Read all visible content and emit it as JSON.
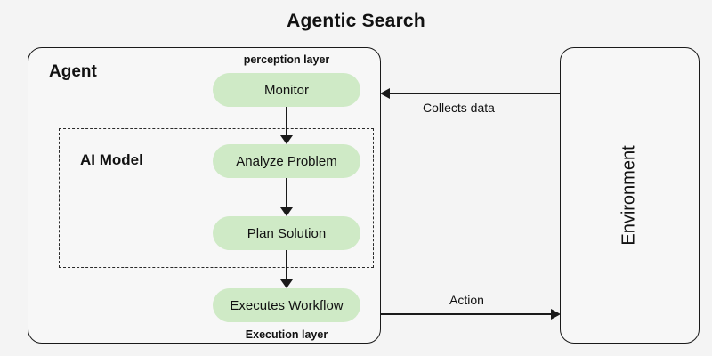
{
  "diagram": {
    "title": "Agentic Search",
    "background_color": "#f4f4f4",
    "node_color": "#cfeac6",
    "line_color": "#1a1a1a"
  },
  "agent": {
    "label": "Agent",
    "captions": {
      "perception": "perception layer",
      "execution": "Execution layer"
    },
    "model": {
      "label": "AI Model"
    },
    "nodes": [
      {
        "id": "monitor",
        "label": "Monitor"
      },
      {
        "id": "analyze",
        "label": "Analyze Problem"
      },
      {
        "id": "plan",
        "label": "Plan Solution"
      },
      {
        "id": "execute",
        "label": "Executes Workflow"
      }
    ]
  },
  "environment": {
    "label": "Environment"
  },
  "edges": [
    {
      "id": "collects-data",
      "label": "Collects data",
      "direction": "environment-to-agent"
    },
    {
      "id": "action",
      "label": "Action",
      "direction": "agent-to-environment"
    }
  ]
}
